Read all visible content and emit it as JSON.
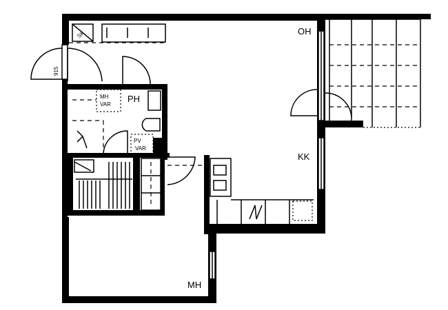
{
  "rooms": {
    "oh": "OH",
    "ph": "PH",
    "kk": "KK",
    "mh": "MH"
  },
  "small_labels": {
    "mh_var_top": "MH",
    "mh_var_bottom": "VAR",
    "pv_var_top": "PV",
    "pv_var_bottom": "VAR",
    "dim_vertical": "915",
    "sk": "SK"
  },
  "colors": {
    "wall": "#000000",
    "background": "#ffffff"
  }
}
